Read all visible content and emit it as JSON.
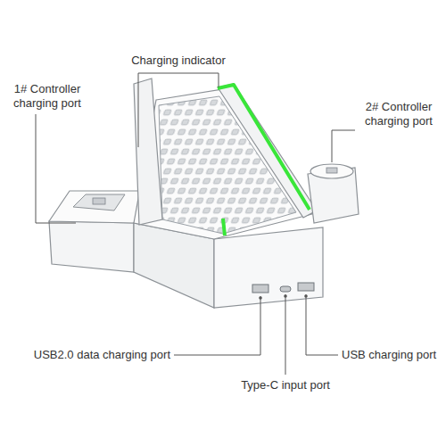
{
  "diagram": {
    "labels": [
      "Charging indicator",
      "1# Controller charging port",
      "2# Controller charging port",
      "USB2.0 data charging port",
      "Type-C input port",
      "USB charging port"
    ]
  }
}
